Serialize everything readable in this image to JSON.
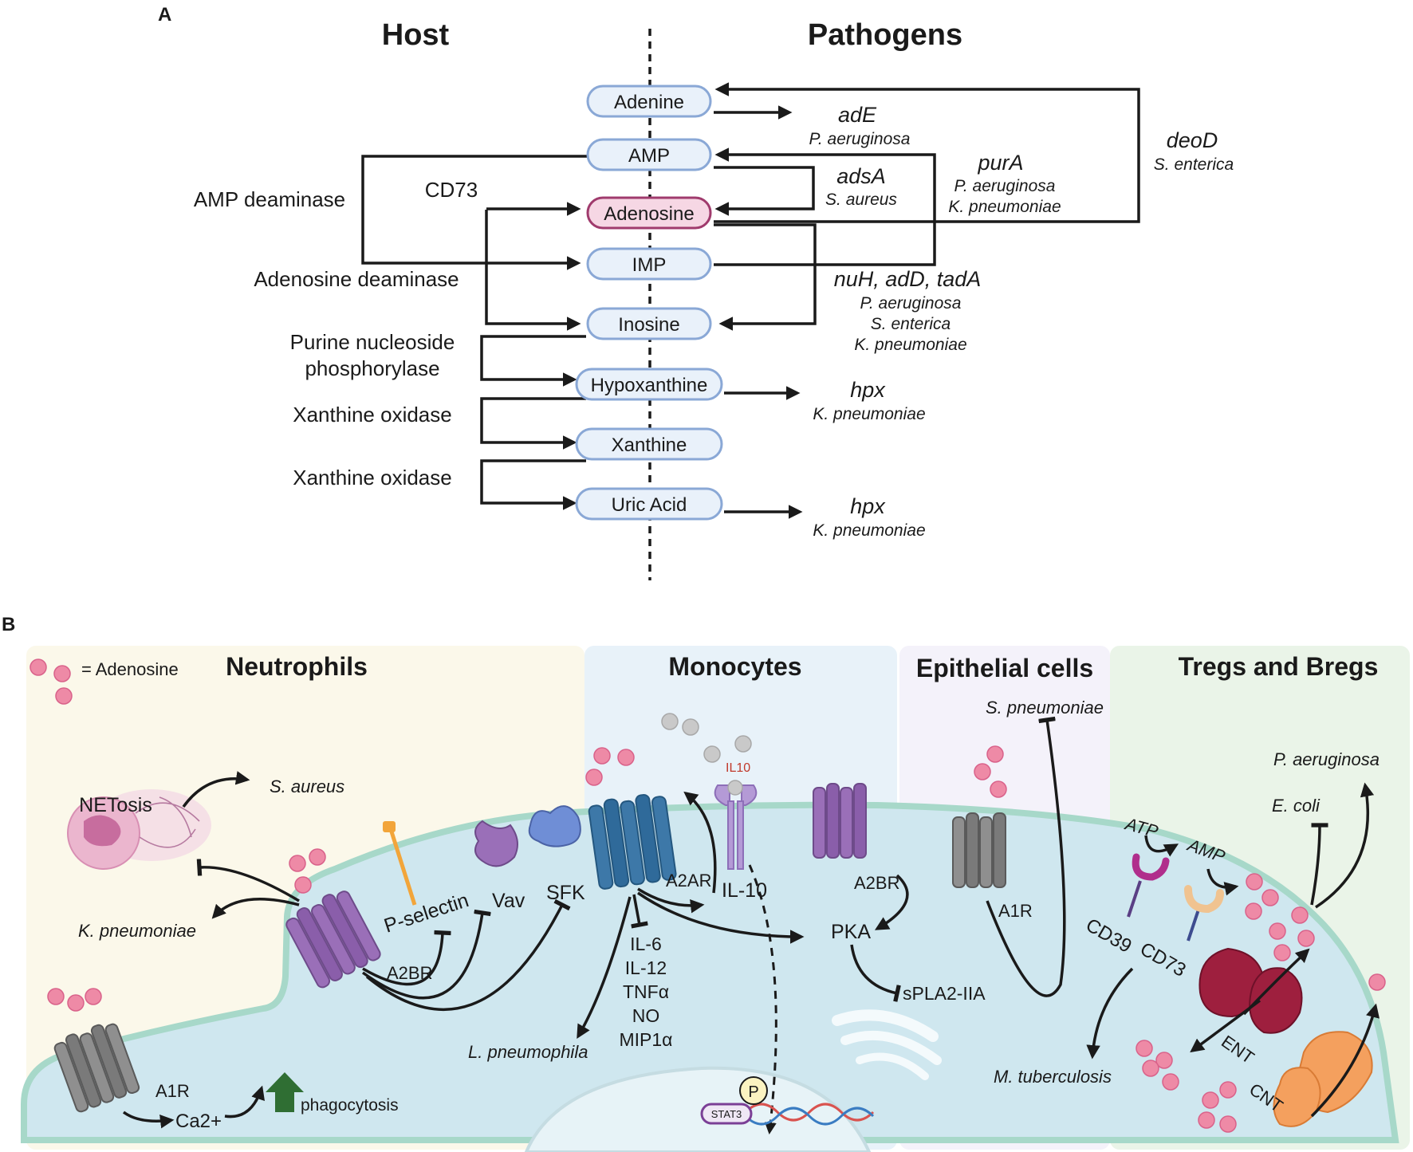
{
  "panelA": {
    "label": "A",
    "host_heading": "Host",
    "pathogen_heading": "Pathogens",
    "metabolites": [
      "Adenine",
      "AMP",
      "Adenosine",
      "IMP",
      "Inosine",
      "Hypoxanthine",
      "Xanthine",
      "Uric Acid"
    ],
    "host_enzymes": {
      "amp_deaminase": "AMP deaminase",
      "cd73": "CD73",
      "adenosine_deaminase": "Adenosine deaminase",
      "pnp_line1": "Purine nucleoside",
      "pnp_line2": "phosphorylase",
      "xo1": "Xanthine oxidase",
      "xo2": "Xanthine oxidase"
    },
    "pathogen_genes": {
      "ade": {
        "gene": "adE",
        "species": [
          "P. aeruginosa"
        ]
      },
      "adsa": {
        "gene": "adsA",
        "species": [
          "S. aureus"
        ]
      },
      "pura": {
        "gene": "purA",
        "species": [
          "P. aeruginosa",
          "K. pneumoniae"
        ]
      },
      "deod": {
        "gene": "deoD",
        "species": [
          "S. enterica"
        ]
      },
      "nuh": {
        "gene": "nuH, adD, tadA",
        "species": [
          "P. aeruginosa",
          "S. enterica",
          "K. pneumoniae"
        ]
      },
      "hpx1": {
        "gene": "hpx",
        "species": [
          "K. pneumoniae"
        ]
      },
      "hpx2": {
        "gene": "hpx",
        "species": [
          "K. pneumoniae"
        ]
      }
    }
  },
  "panelB": {
    "label": "B",
    "legend": "= Adenosine",
    "sections": {
      "neutrophils": "Neutrophils",
      "monocytes": "Monocytes",
      "epithelial": "Epithelial cells",
      "tregs": "Tregs and Bregs"
    },
    "neutrophils": {
      "netosis": "NETosis",
      "s_aureus": "S. aureus",
      "k_pneumoniae": "K. pneumoniae",
      "p_selectin": "P-selectin",
      "vav": "Vav",
      "sfk": "SFK",
      "a2br": "A2BR",
      "a1r": "A1R",
      "ca": "Ca2+",
      "phagocytosis": "phagocytosis"
    },
    "monocytes": {
      "il10_receptor": "IL10",
      "a2ar": "A2AR",
      "il10": "IL-10",
      "cytokines": [
        "IL-6",
        "IL-12",
        "TNFα",
        "NO",
        "MIP1α"
      ],
      "l_pneumophila": "L. pneumophila",
      "stat3": "STAT3",
      "p": "P",
      "a2br": "A2BR",
      "pka": "PKA",
      "spla2": "sPLA2-IIA"
    },
    "epithelial": {
      "s_pneumoniae": "S. pneumoniae",
      "a1r": "A1R"
    },
    "tregs": {
      "p_aeruginosa": "P. aeruginosa",
      "e_coli": "E. coli",
      "atp": "ATP",
      "amp": "AMP",
      "cd39": "CD39",
      "cd73": "CD73",
      "m_tuberculosis": "M. tuberculosis",
      "ent": "ENT",
      "cnt": "CNT"
    },
    "colors": {
      "neutrophil_bg": "#fbf8ea",
      "monocyte_bg": "#e8f2f9",
      "epithelial_bg": "#f4f2fa",
      "tregs_bg": "#eaf4e8",
      "cell": "#cfe7ef",
      "adenosine": "#ee8aa6"
    }
  }
}
